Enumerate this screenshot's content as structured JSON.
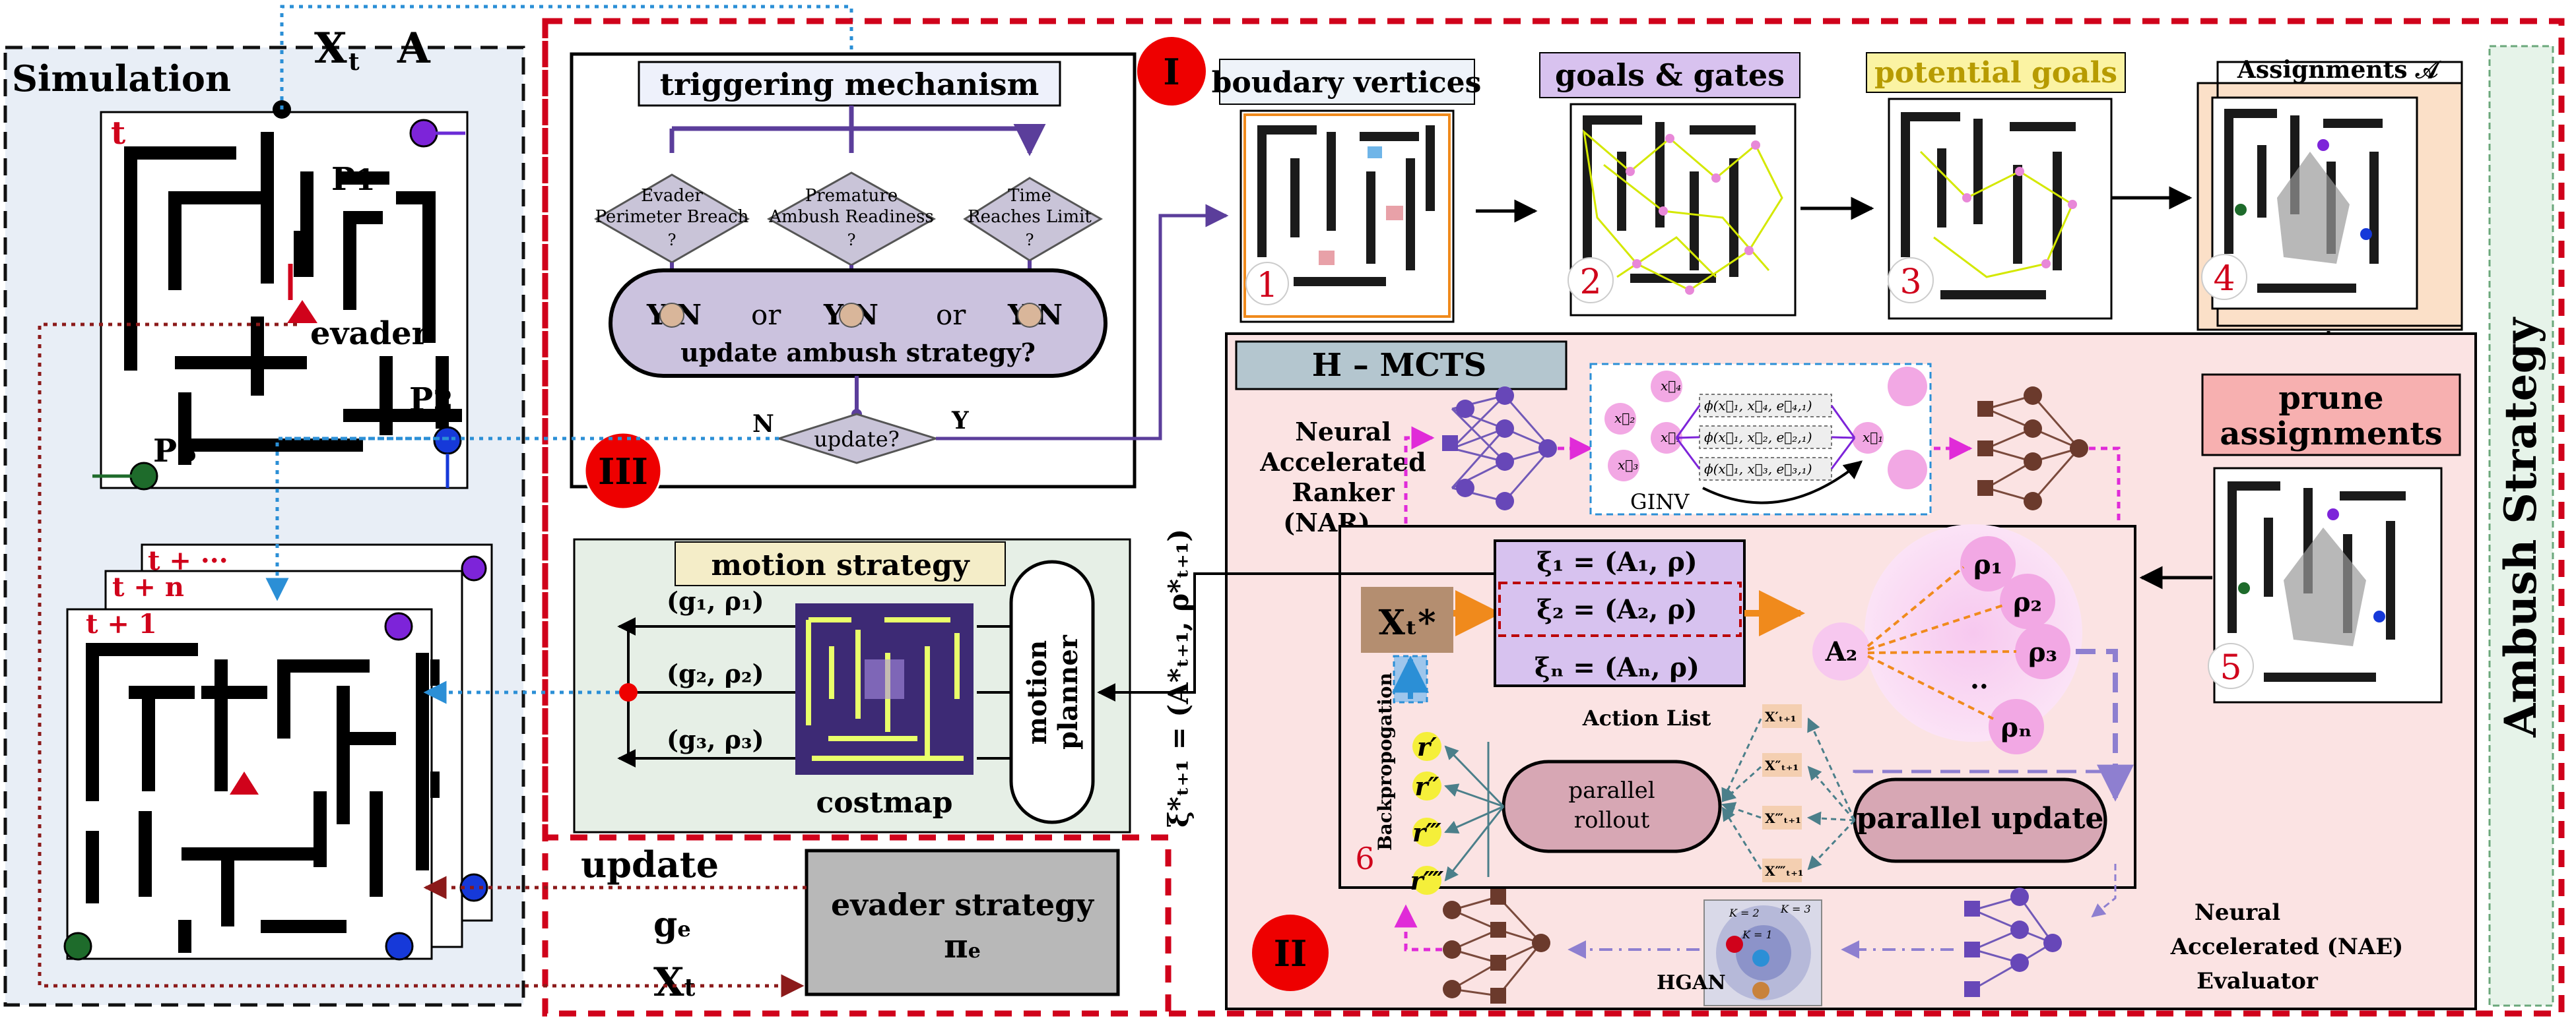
{
  "simulation": {
    "title": "Simulation",
    "state_label": "X",
    "state_sub": "t",
    "action_label": "A",
    "time_label": "t",
    "p1": "P",
    "p1_sub": "1",
    "p2": "P",
    "p2_sub": "2",
    "p3": "P",
    "p3_sub": "3",
    "evader": "evader",
    "future_t1": "t + 1",
    "future_tn": "t + n",
    "future_tdots": "t + ···"
  },
  "trigger": {
    "title": "triggering mechanism",
    "cond1_l1": "Evader",
    "cond1_l2": "Perimeter Breach",
    "cond2_l1": "Premature",
    "cond2_l2": "Ambush Readiness",
    "cond3_l1": "Time",
    "cond3_l2": "Reaches Limit",
    "q": "?",
    "yn": "Y  N",
    "or": "or",
    "update_q": "update ambush strategy?",
    "update": "update?",
    "n": "N",
    "y": "Y",
    "badge": "III"
  },
  "phase1": {
    "badge": "I",
    "step1": "boudary vertices",
    "step2": "goals & gates",
    "step3": "potential goals",
    "step4": "Assignments 𝒜",
    "prune_l1": "prune",
    "prune_l2": "assignments",
    "n1": "1",
    "n2": "2",
    "n3": "3",
    "n4": "4",
    "n5": "5",
    "n6": "6"
  },
  "motion": {
    "title": "motion strategy",
    "g1": "(g₁,  ρ₁)",
    "g2": "(g₂,  ρ₂)",
    "g3": "(g₃,  ρ₃)",
    "costmap": "costmap",
    "planner_l1": "motion",
    "planner_l2": "planner"
  },
  "xi_label": "ξ*ₜ₊₁  =  (A*ₜ₊₁, ρ*ₜ₊₁)",
  "mcts": {
    "title": "H – MCTS",
    "nar_l1": "Neural",
    "nar_l2": "Accelerated",
    "nar_l3": "Ranker",
    "nar_l4": "(NAR)",
    "ginv": "GINV",
    "xt": "Xₜ*",
    "xi1": "ξ₁ =  (A₁,  ρ)",
    "xi2": "ξ₂ =  (A₂,  ρ)",
    "xin": "ξₙ =  (Aₙ,  ρ)",
    "action_list": "Action List",
    "backprop": "Backpropogation",
    "parallel_rollout_l1": "parallel",
    "parallel_rollout_l2": "rollout",
    "parallel_update": "parallel update",
    "a2": "A₂",
    "rho1": "ρ₁",
    "rho2": "ρ₂",
    "rho3": "ρ₃",
    "rhon": "ρₙ",
    "r1": "r′",
    "r2": "r″",
    "r3": "r‴",
    "r4": "r⁗",
    "x1": "X′ₜ₊₁",
    "x2": "X″ₜ₊₁",
    "x3": "X‴ₜ₊₁",
    "x4": "X⁗ₜ₊₁",
    "nae_l1": "Neural",
    "nae_l2": "Accelerated (NAE)",
    "nae_l3": "Evaluator",
    "hgan": "HGAN",
    "badge": "II",
    "k1": "K = 1",
    "k2": "K = 2",
    "k3": "K = 3"
  },
  "evader_strategy": {
    "l1": "evader strategy",
    "l2": "π",
    "l2_sub": "e",
    "update": "update",
    "ge": "g",
    "ge_sub": "e",
    "xt": "X",
    "xt_sub": "t"
  },
  "ambush": "Ambush Strategy",
  "colors": {
    "red_dash": "#d0021b",
    "maroon": "#8b1a1a",
    "blue_dot": "#2b8fd6",
    "purple": "#5b3e9b",
    "pink_bg": "#fbe3e3",
    "sim_bg": "#e8eef6",
    "ambush_bg": "#e6f3e9"
  }
}
